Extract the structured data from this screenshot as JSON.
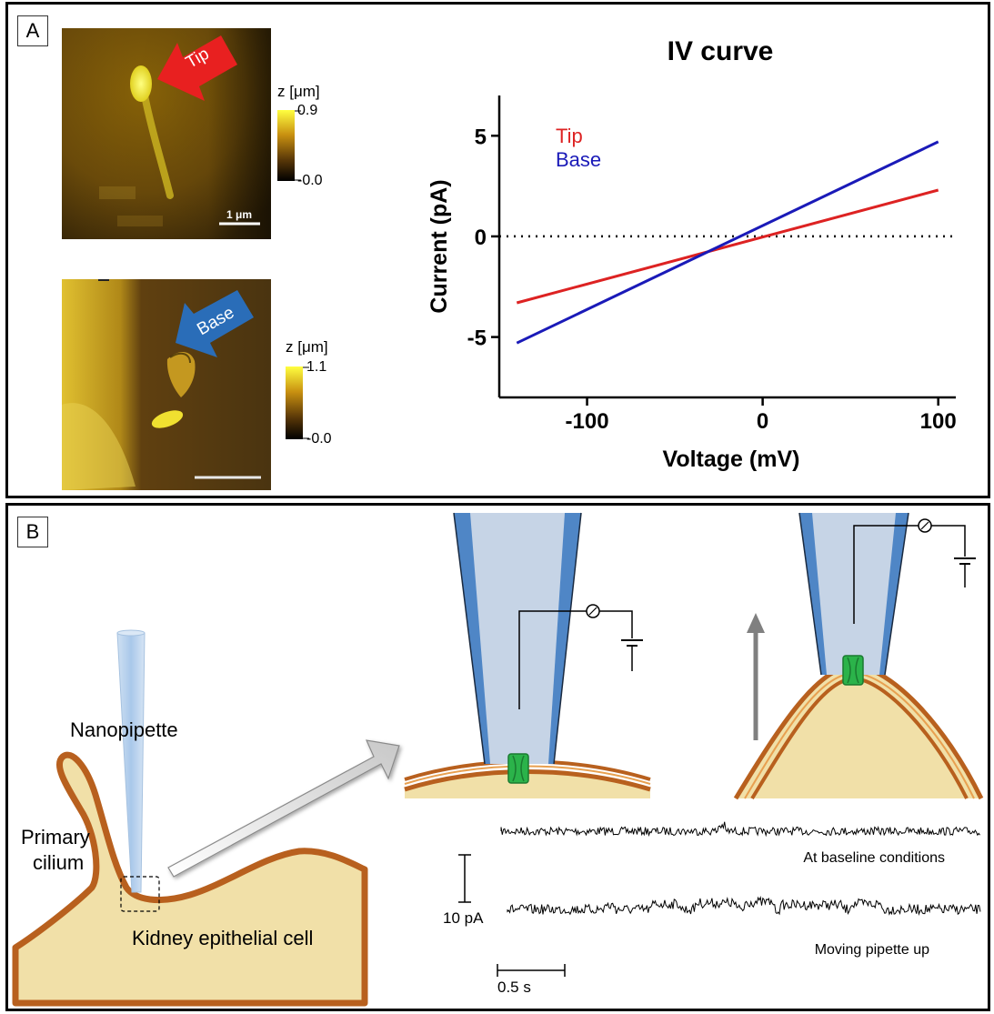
{
  "panel_a": {
    "label": "A",
    "afm_top": {
      "arrow_label": "Tip",
      "colorbar_title": "z [μm]",
      "colorbar_max": "0.9",
      "colorbar_min": "-0.0",
      "scale_bar_label": "1 μm"
    },
    "afm_bottom": {
      "arrow_label": "Base",
      "colorbar_title": "z [μm]",
      "colorbar_max": "1.1",
      "colorbar_min": "-0.0"
    }
  },
  "panel_b": {
    "label": "B",
    "labels": {
      "nanopipette": "Nanopipette",
      "primary": "Primary",
      "cilium": "cilium",
      "cell": "Kidney epithelial cell"
    },
    "traces": {
      "baseline_label": "At baseline conditions",
      "moving_label": "Moving pipette up",
      "current_scale": "10 pA",
      "time_scale": "0.5 s"
    }
  },
  "colors": {
    "tip": "#dd2222",
    "base": "#1a1ab8",
    "cell_fill": "#f1e0a8",
    "membrane": "#b8601e",
    "pipette": "#c6d4e6",
    "pipette_wall": "#4f86c6",
    "channel": "#2bb34a"
  },
  "chart_data": {
    "type": "line",
    "title": "IV curve",
    "xlabel": "Voltage (mV)",
    "ylabel": "Current (pA)",
    "xlim": [
      -150,
      110
    ],
    "ylim": [
      -8,
      7
    ],
    "xticks": [
      -100,
      0,
      100
    ],
    "yticks": [
      -5,
      0,
      5
    ],
    "legend_position": "top-left",
    "series": [
      {
        "name": "Tip",
        "color": "#dd2222",
        "x": [
          -140,
          100
        ],
        "y": [
          -3.3,
          2.3
        ]
      },
      {
        "name": "Base",
        "color": "#1a1ab8",
        "x": [
          -140,
          100
        ],
        "y": [
          -5.3,
          4.7
        ]
      }
    ],
    "reference_line": {
      "y": 0,
      "style": "dotted"
    }
  }
}
